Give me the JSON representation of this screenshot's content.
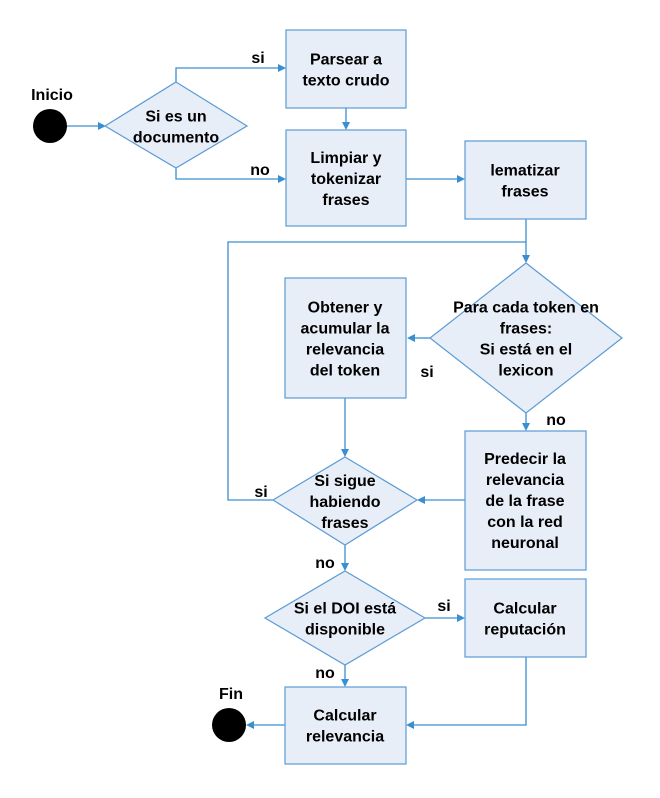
{
  "diagram": {
    "start": {
      "label": "Inicio"
    },
    "end": {
      "label": "Fin"
    },
    "nodes": {
      "is_document": {
        "lines": [
          "Si es un",
          "documento"
        ]
      },
      "parse": {
        "lines": [
          "Parsear a",
          "texto crudo"
        ]
      },
      "clean": {
        "lines": [
          "Limpiar y",
          "tokenizar",
          "frases"
        ]
      },
      "lemmatize": {
        "lines": [
          "lematizar",
          "frases"
        ]
      },
      "for_each_token": {
        "lines": [
          "Para cada token en",
          "frases:",
          "Si está en el",
          "lexicon"
        ]
      },
      "accumulate": {
        "lines": [
          "Obtener y",
          "acumular la",
          "relevancia",
          "del token"
        ]
      },
      "predict": {
        "lines": [
          "Predecir la",
          "relevancia",
          "de la frase",
          "con la red",
          "neuronal"
        ]
      },
      "more_phrases": {
        "lines": [
          "Si sigue",
          "habiendo",
          "frases"
        ]
      },
      "doi_available": {
        "lines": [
          "Si el DOI está",
          "disponible"
        ]
      },
      "reputation": {
        "lines": [
          "Calcular",
          "reputación"
        ]
      },
      "relevance": {
        "lines": [
          "Calcular",
          "relevancia"
        ]
      }
    },
    "edge_labels": {
      "doc_yes": "si",
      "doc_no": "no",
      "token_yes": "si",
      "token_no": "no",
      "more_yes": "si",
      "more_no": "no",
      "doi_yes": "si",
      "doi_no": "no"
    }
  }
}
